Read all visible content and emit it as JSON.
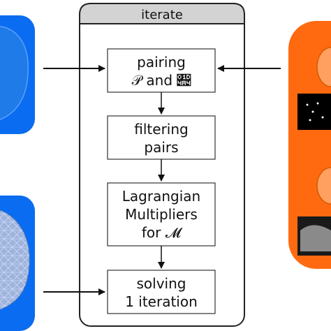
{
  "panel": {
    "title": "iterate"
  },
  "steps": [
    {
      "line1": "pairing",
      "line2": "𝒫 and 𝒤"
    },
    {
      "line1": "filtering",
      "line2": "pairs"
    },
    {
      "line1": "Lagrangian",
      "line2": "Multipliers",
      "line3": "for 𝓜"
    },
    {
      "line1": "solving",
      "line2": "1 iteration"
    }
  ],
  "colors": {
    "blue_panel": "#0a6cf0",
    "orange_panel": "#ff6a10",
    "panel_border": "#222222",
    "header_fill": "#d3d3d3"
  },
  "icons": {
    "top_left": "mesh-shape-blue",
    "bottom_left": "mesh-wireframe",
    "right_images": [
      "orange-surface",
      "dark-points-slice",
      "orange-surface",
      "dark-mri-slice"
    ]
  }
}
